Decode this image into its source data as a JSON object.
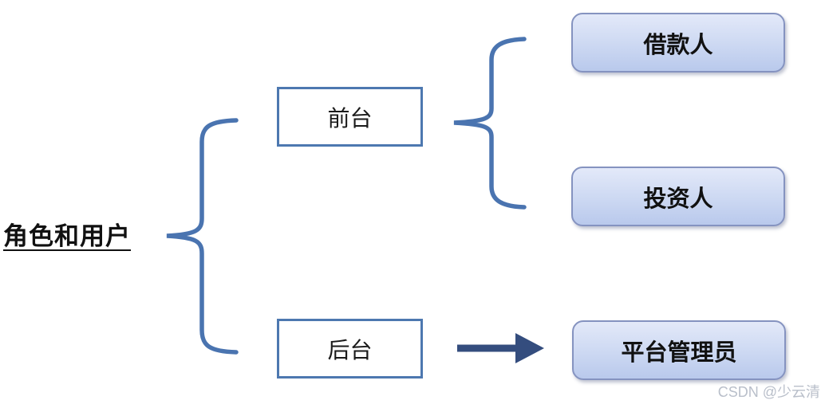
{
  "diagram": {
    "title": "角色和用户",
    "level1_nodes": [
      {
        "label": "前台"
      },
      {
        "label": "后台"
      }
    ],
    "level2_nodes": [
      {
        "label": "借款人"
      },
      {
        "label": "投资人"
      },
      {
        "label": "平台管理员"
      }
    ],
    "watermark": "CSDN @少云清",
    "colors": {
      "brace": "#4a74b0",
      "arrow": "#344d7e",
      "plain_box_border": "#4d78b0",
      "rounded_box_border": "#8593c0",
      "rounded_box_fill_top": "#e3e9f9",
      "rounded_box_fill_bottom": "#b9c9ec",
      "text": "#111111",
      "watermark": "#b9bfca"
    }
  }
}
